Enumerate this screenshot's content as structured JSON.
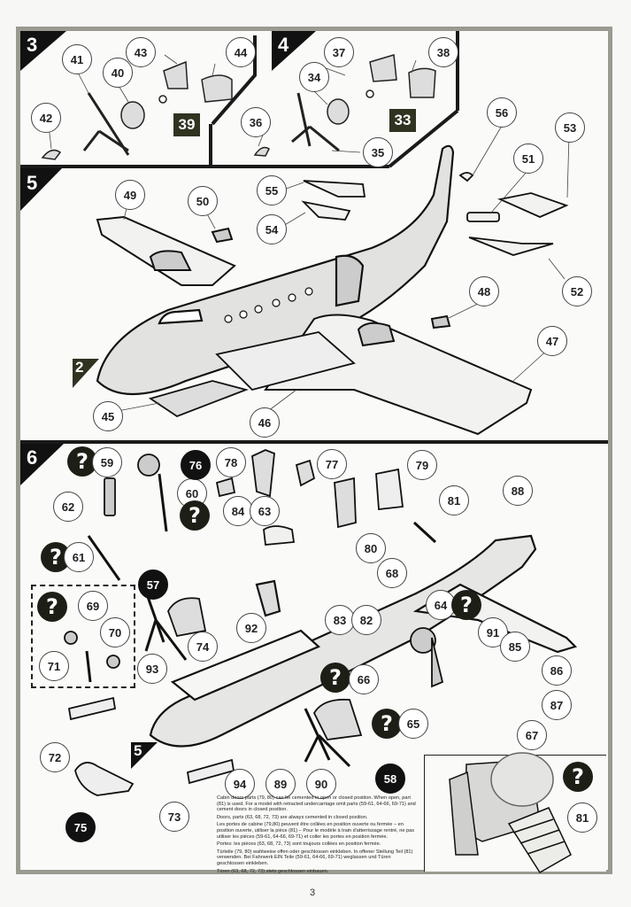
{
  "page": {
    "title": "Assembly instructions",
    "page_number": "3"
  },
  "steps": {
    "step3": {
      "number": "3",
      "callouts": [
        "41",
        "43",
        "44",
        "40",
        "42"
      ],
      "paint_ref": "39"
    },
    "step4": {
      "number": "4",
      "callouts": [
        "37",
        "38",
        "34",
        "36",
        "35"
      ],
      "paint_ref": "33"
    },
    "step5": {
      "number": "5",
      "callouts": [
        "49",
        "50",
        "55",
        "54",
        "56",
        "51",
        "53",
        "52",
        "48",
        "47",
        "45",
        "46"
      ],
      "ref_step": "2"
    },
    "step6": {
      "number": "6",
      "callouts": [
        "59",
        "60",
        "62",
        "61",
        "78",
        "77",
        "79",
        "84",
        "63",
        "81",
        "88",
        "80",
        "68",
        "83",
        "82",
        "64",
        "91",
        "85",
        "86",
        "87",
        "67",
        "69",
        "70",
        "71",
        "92",
        "74",
        "93",
        "66",
        "65",
        "72",
        "73",
        "94",
        "89",
        "90",
        "81"
      ],
      "dark_callouts": [
        "76",
        "57",
        "75",
        "58"
      ],
      "ref_step": "5",
      "optional_marker": "?"
    }
  },
  "notes": {
    "en_1": "Cabin doors parts (79, 80) can be cemented in open or closed position. When open, part (81) is used. For a model with retracted undercarriage omit parts (59-61, 64-66, 69-71) and cement doors in closed position.",
    "en_2": "Doors, parts (63, 68, 72, 73) are always cemented in closed position.",
    "fr_1": "Les portes de cabine (79,80) peuvent être collées en position ouverte ou fermée – en position ouverte, utiliser la pièce (81) – Pour le modèle à train d'atterrissage rentré, ne pas utiliser les pièces (59-61, 64-66, 69-71) et coller les portes en position fermée.",
    "fr_2": "Portes: les pièces (63, 68, 72, 73) sont toujours collées en position fermée.",
    "de_1": "Türteile (79, 80) wahlweise offen oder geschlossen einkleben. In offener Stellung Teil (81) verwenden. Bei Fahrwerk EIN Teile (59-61, 64-66, 69-71) weglassen und Türen geschlossen einkleben.",
    "de_2": "Türen (63, 68, 72, 73) stets geschlossen einbauen."
  },
  "colors": {
    "frame": "#9a9a90",
    "ink": "#1a1a1a",
    "paint_badge": "#2f3320",
    "paper": "#fafaf8"
  }
}
